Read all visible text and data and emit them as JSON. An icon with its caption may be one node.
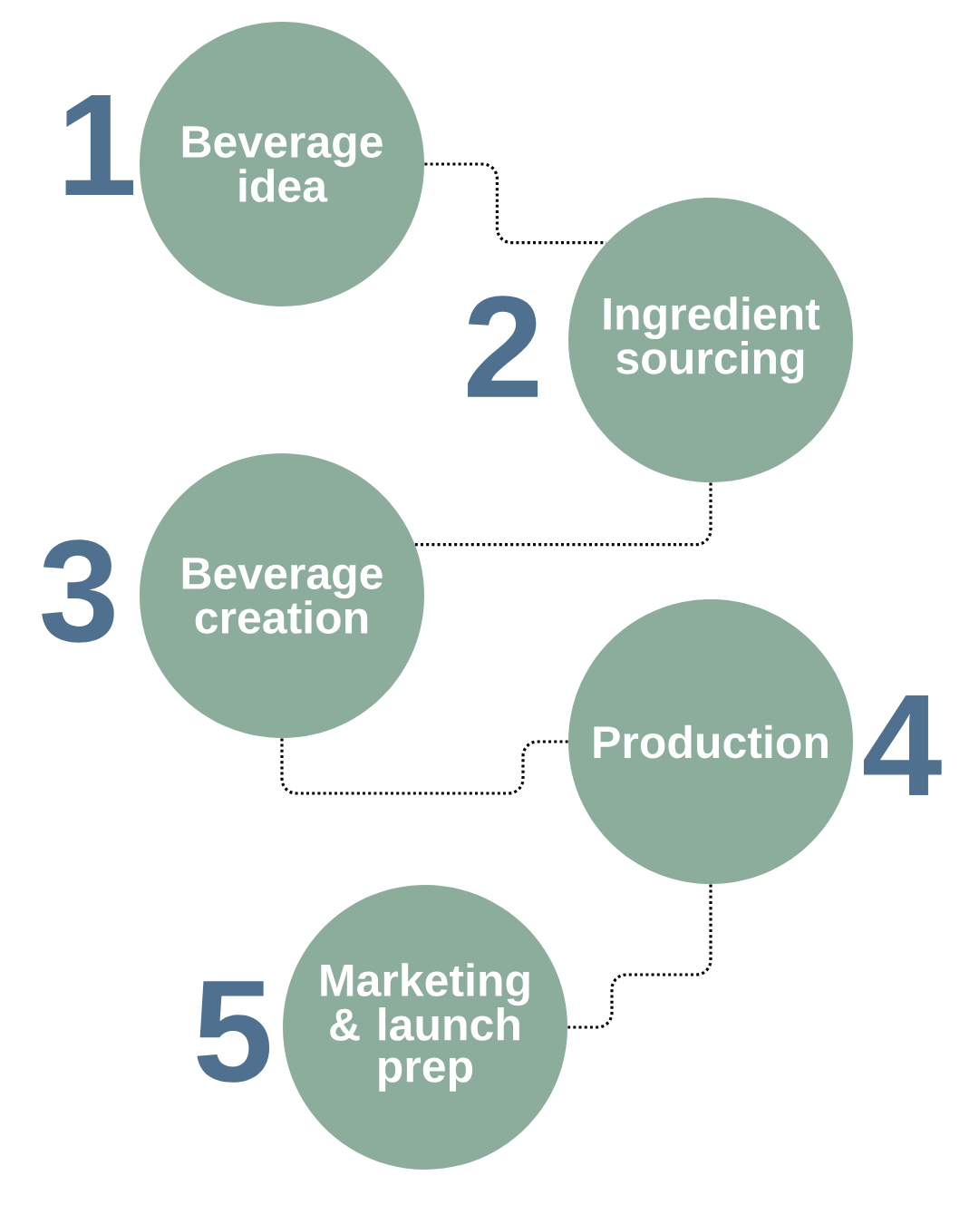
{
  "diagram": {
    "nodes": [
      {
        "text": [
          "Beverage idea"
        ],
        "beside": [
          "1"
        ]
      },
      {
        "text": [
          "Ingredient sourcing"
        ],
        "beside": [
          "2"
        ]
      },
      {
        "text": [
          "Beverage creation"
        ],
        "beside": [
          "3"
        ]
      },
      {
        "text": [
          "Production"
        ],
        "beside": [
          "4"
        ]
      },
      {
        "text": [
          "Marketing & launch prep"
        ],
        "beside": [
          "5"
        ]
      }
    ],
    "edges": [
      {
        "from": 0,
        "to": 1,
        "arrow": "none"
      },
      {
        "from": 1,
        "to": 2,
        "arrow": "none"
      },
      {
        "from": 2,
        "to": 3,
        "arrow": "none"
      },
      {
        "from": 3,
        "to": 4,
        "arrow": "none"
      }
    ]
  }
}
